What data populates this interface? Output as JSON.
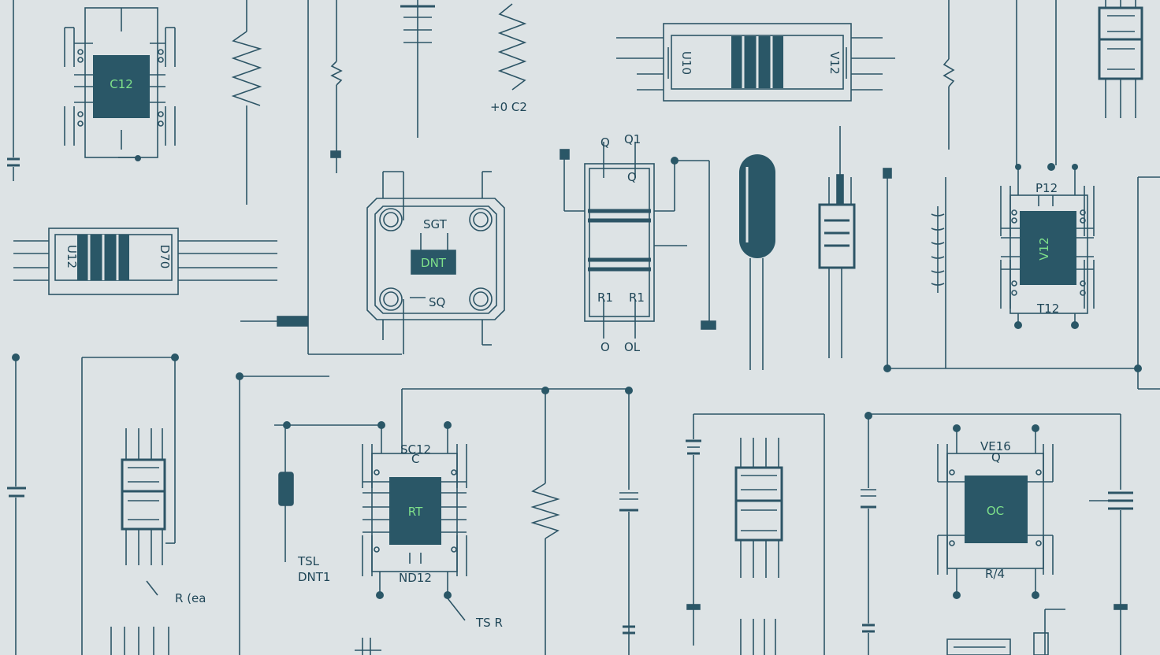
{
  "colors": {
    "background": "#dde3e5",
    "stroke": "#2d5566",
    "chip_fill": "#2a5767",
    "chip_text": "#7ee08a",
    "label_text": "#1f4657"
  },
  "labels": {
    "chip_c12": "C12",
    "chip_dnt": "DNT",
    "chip_rt": "RT",
    "chip_oc": "OC",
    "chip_v12": "V12",
    "to_c2": "+0 C2",
    "q1": "Q1",
    "q1_small": "Q",
    "q1_left": "Q",
    "o_left": "O",
    "ol": "OL",
    "sgt": "SGT",
    "sq": "SQ",
    "r1_left": "R1",
    "r1_right": "R1",
    "u12": "U12",
    "d70": "D70",
    "u10": "U10",
    "v12_rev": "V12",
    "p12": "P12",
    "t12": "T12",
    "sc12": "SC12",
    "nd12": "ND12",
    "tsl": "TSL",
    "dnt1": "DNT1",
    "ts_r": "TS R",
    "r_ea": "R (ea",
    "ve16": "VE16",
    "r4": "R/4",
    "c_small": "C",
    "q_small2": "Q"
  }
}
